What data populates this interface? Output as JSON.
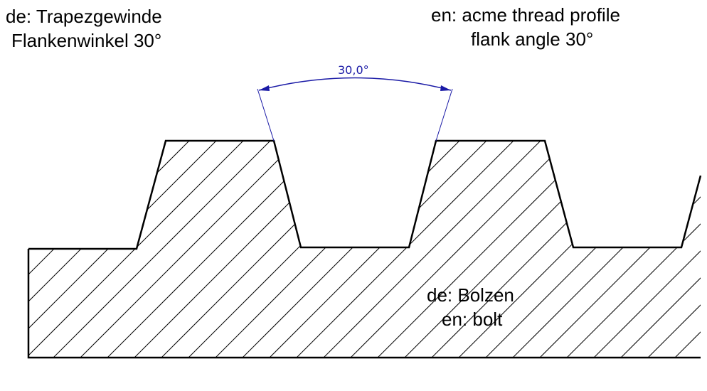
{
  "title_de": {
    "line1": "de:  Trapezgewinde",
    "line2": "Flankenwinkel 30°"
  },
  "title_en": {
    "line1": "en:  acme thread profile",
    "line2": "flank angle 30°"
  },
  "dimension": {
    "angle_label": "30,0°",
    "angle_value_deg": 30.0
  },
  "part_label": {
    "line1": "de: Bolzen",
    "line2": "en: bolt"
  },
  "colors": {
    "outline": "#000000",
    "hatch": "#000000",
    "dimension": "#1a1aa6",
    "background": "#ffffff"
  }
}
